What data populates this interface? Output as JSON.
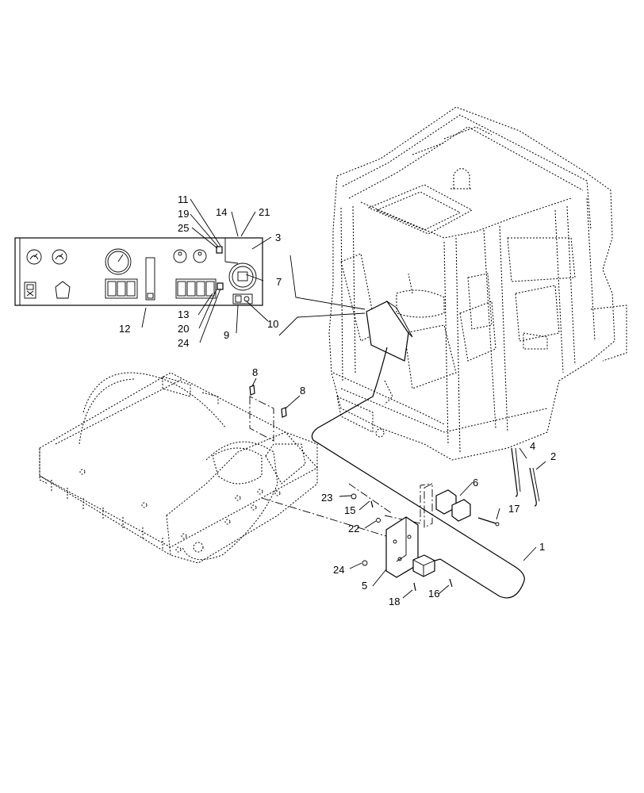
{
  "callouts": {
    "c1": "1",
    "c2": "2",
    "c3": "3",
    "c4": "4",
    "c5": "5",
    "c6": "6",
    "c7": "7",
    "c8a": "8",
    "c8b": "8",
    "c9": "9",
    "c10": "10",
    "c11": "11",
    "c12": "12",
    "c13": "13",
    "c14": "14",
    "c15": "15",
    "c16": "16",
    "c17": "17",
    "c18": "18",
    "c19": "19",
    "c20": "20",
    "c21": "21",
    "c22": "22",
    "c23": "23",
    "c24a": "24",
    "c24b": "24",
    "c25": "25"
  }
}
